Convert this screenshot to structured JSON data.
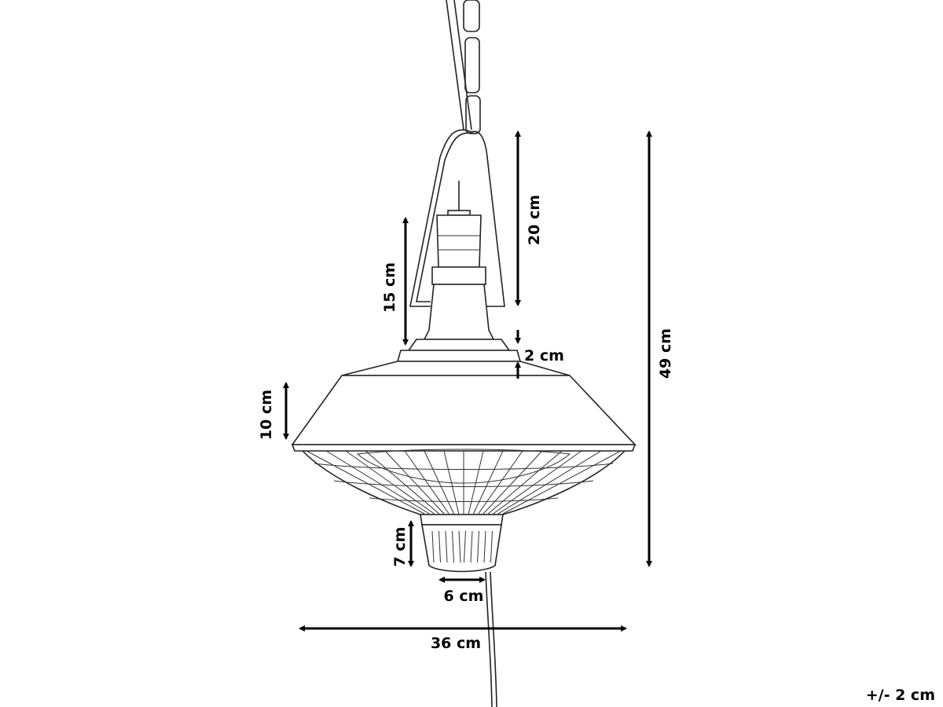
{
  "dimensions": {
    "hanger_height": "20 cm",
    "neck_height": "15 cm",
    "total_height": "49 cm",
    "cap_height": "2 cm",
    "shade_height": "10 cm",
    "bottom_height": "7 cm",
    "bottom_width": "6 cm",
    "shade_diameter": "36 cm"
  },
  "tolerance": "+/- 2 cm"
}
